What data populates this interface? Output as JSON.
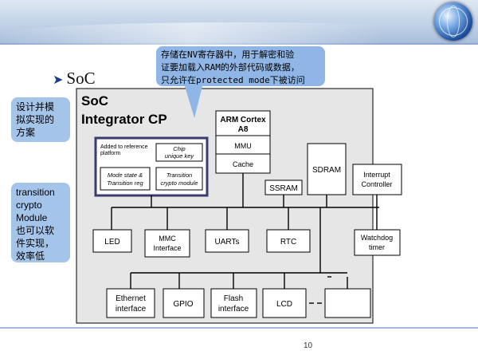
{
  "slide": {
    "title": "SoC",
    "page_number": "10"
  },
  "callout": {
    "lines": [
      "存储在NV寄存器中，用于解密和验",
      "证要加载入RAM的外部代码或数据，",
      "只允许在protected mode下被访问"
    ]
  },
  "side_notes": {
    "top": [
      "设计并模",
      "拟实现的",
      "方案"
    ],
    "bottom": [
      "transition",
      "crypto",
      "Module",
      "也可以软",
      "件实现，",
      "效率低"
    ]
  },
  "diagram": {
    "board_title": [
      "SoC",
      "Integrator CP"
    ],
    "added_label": [
      "Added to reference",
      "platform"
    ],
    "chip_key": [
      "Chip",
      "unique key"
    ],
    "mode_state": [
      "Mode state &",
      "Transition reg"
    ],
    "transition_crypto": [
      "Transition",
      "crypto module"
    ],
    "arm": [
      "ARM Cortex",
      "A8"
    ],
    "mmu": "MMU",
    "cache": "Cache",
    "ssram": "SSRAM",
    "sdram": "SDRAM",
    "interrupt": [
      "Interrupt",
      "Controller"
    ],
    "led": "LED",
    "mmc": [
      "MMC",
      "Interface"
    ],
    "uarts": "UARTs",
    "rtc": "RTC",
    "watchdog": [
      "Watchdog",
      "timer"
    ],
    "ethernet": [
      "Ethernet",
      "interface"
    ],
    "gpio": "GPIO",
    "flash": [
      "Flash",
      "interface"
    ],
    "lcd": "LCD"
  }
}
